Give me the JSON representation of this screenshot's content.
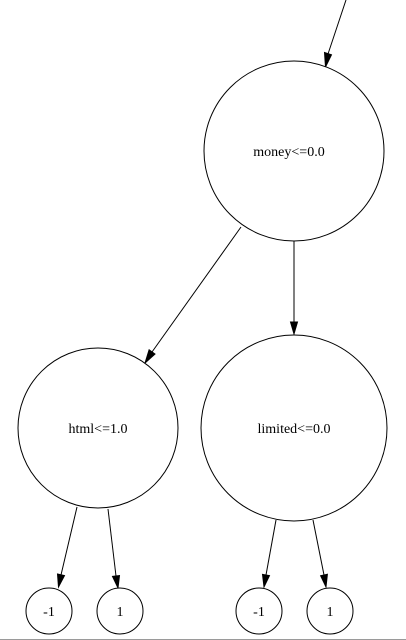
{
  "diagram": {
    "type": "decision-tree",
    "nodes": {
      "money": {
        "label": "money<=0.0"
      },
      "html": {
        "label": "html<=1.0"
      },
      "limited": {
        "label": "limited<=0.0"
      },
      "leaf_html_left": {
        "label": "-1"
      },
      "leaf_html_right": {
        "label": "1"
      },
      "leaf_limited_left": {
        "label": "-1"
      },
      "leaf_limited_right": {
        "label": "1"
      }
    },
    "edges": [
      {
        "from": "parent",
        "to": "money"
      },
      {
        "from": "money",
        "to": "html"
      },
      {
        "from": "money",
        "to": "limited"
      },
      {
        "from": "html",
        "to": "leaf_html_left"
      },
      {
        "from": "html",
        "to": "leaf_html_right"
      },
      {
        "from": "limited",
        "to": "leaf_limited_left"
      },
      {
        "from": "limited",
        "to": "leaf_limited_right"
      }
    ],
    "colors": {
      "stroke": "#000000",
      "fill": "#ffffff"
    }
  }
}
